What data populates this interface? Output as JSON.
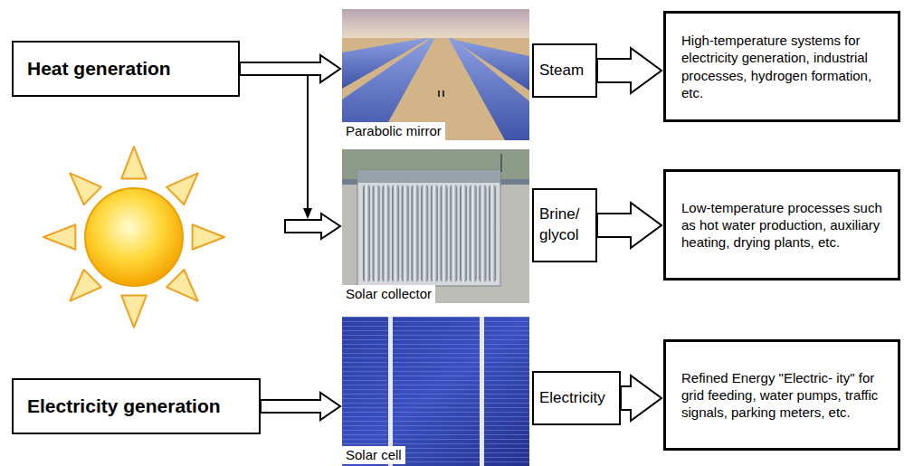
{
  "diagram": {
    "nodes": [
      {
        "text": [
          "Heat generation"
        ]
      },
      {
        "text": [
          "Parabolic mirror"
        ]
      },
      {
        "text": [
          "Steam"
        ]
      },
      {
        "text": [
          "High-temperature systems for electricity generation, industrial processes, hydrogen formation, etc."
        ]
      },
      {
        "text": [
          "Solar collector"
        ]
      },
      {
        "text": [
          "Brine/ glycol"
        ]
      },
      {
        "text": [
          "Low-temperature processes such as hot water production, auxiliary heating, drying plants, etc."
        ]
      },
      {
        "text": [
          "Electricity generation"
        ]
      },
      {
        "text": [
          "Solar cell"
        ]
      },
      {
        "text": [
          "Electricity"
        ]
      },
      {
        "text": [
          "Refined Energy \"Electric- ity\" for grid feeding, water pumps, traffic signals, parking meters, etc."
        ]
      }
    ],
    "edges": [
      {
        "from": 0,
        "to": 1,
        "arrow": "to"
      },
      {
        "from": 0,
        "to": 4,
        "arrow": "to"
      },
      {
        "from": 2,
        "to": 3,
        "arrow": "to"
      },
      {
        "from": 5,
        "to": 6,
        "arrow": "to"
      },
      {
        "from": 7,
        "to": 8,
        "arrow": "to"
      },
      {
        "from": 9,
        "to": 10,
        "arrow": "to"
      }
    ]
  }
}
